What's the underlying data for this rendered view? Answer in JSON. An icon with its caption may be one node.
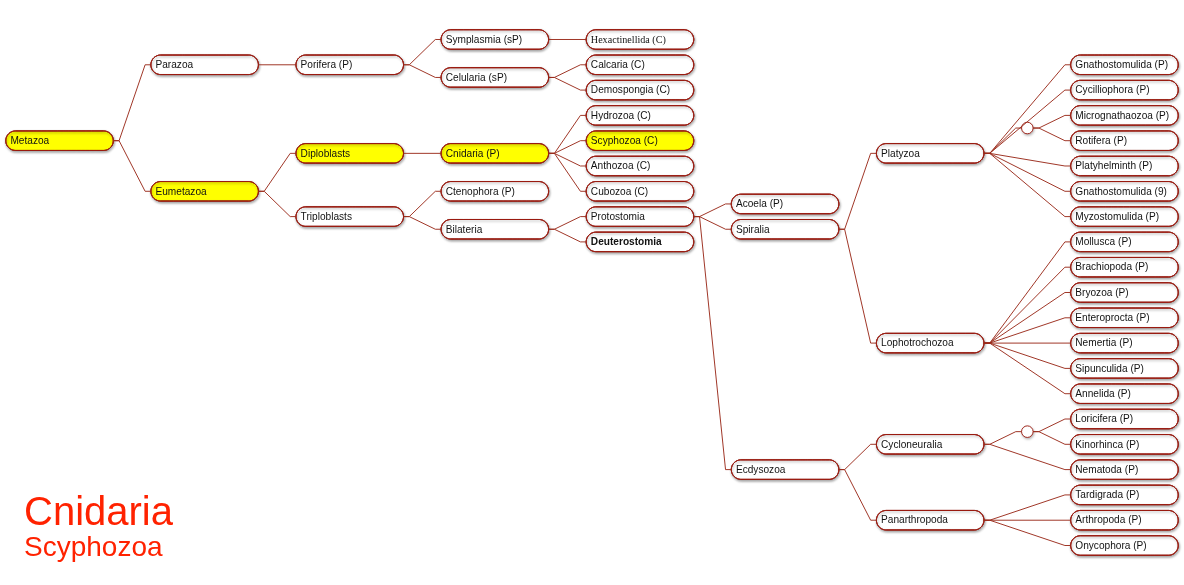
{
  "diagram": {
    "title": "Cnidaria",
    "nodes": [
      {
        "text": [
          "Metazoa"
        ]
      },
      {
        "text": [
          "Parazoa"
        ]
      },
      {
        "text": [
          "Porifera (P)"
        ]
      },
      {
        "text": [
          "Symplasmia (sP)"
        ]
      },
      {
        "text": [
          "Hexactinellida (C)"
        ]
      },
      {
        "text": [
          "Celularia (sP)"
        ]
      },
      {
        "text": [
          "Calcaria (C)"
        ]
      },
      {
        "text": [
          "Demospongia (C)"
        ]
      },
      {
        "text": [
          "Eumetazoa"
        ]
      },
      {
        "text": [
          "Diploblasts"
        ]
      },
      {
        "text": [
          "Cnidaria (P)"
        ]
      },
      {
        "text": [
          "Hydrozoa (C)"
        ]
      },
      {
        "text": [
          "Scyphozoa (C)"
        ]
      },
      {
        "text": [
          "Anthozoa (C)"
        ]
      },
      {
        "text": [
          "Cubozoa (C)"
        ]
      },
      {
        "text": [
          "Triploblasts"
        ]
      },
      {
        "text": [
          "Ctenophora (P)"
        ]
      },
      {
        "text": [
          "Bilateria"
        ]
      },
      {
        "text": [
          "Protostomia"
        ]
      },
      {
        "text": [
          "Acoela (P)"
        ]
      },
      {
        "text": [
          "Spiralia"
        ]
      },
      {
        "text": [
          "Platyzoa"
        ]
      },
      {
        "text": [
          "Gnathostomulida (P)"
        ]
      },
      {
        "text": [
          "Cycilliophora (P)"
        ]
      },
      {
        "text": [],
        "shape": "circle"
      },
      {
        "text": [
          "Micrognathaozoa (P)"
        ]
      },
      {
        "text": [
          "Rotifera (P)"
        ]
      },
      {
        "text": [
          "Platyhelminth (P)"
        ]
      },
      {
        "text": [
          "Gnathostomulida (9)"
        ]
      },
      {
        "text": [
          "Myzostomulida (P)"
        ]
      },
      {
        "text": [
          "Lophotrochozoa"
        ]
      },
      {
        "text": [
          "Mollusca (P)"
        ]
      },
      {
        "text": [
          "Brachiopoda (P)"
        ]
      },
      {
        "text": [
          "Bryozoa (P)"
        ]
      },
      {
        "text": [
          "Enteroprocta (P)"
        ]
      },
      {
        "text": [
          "Nemertia (P)"
        ]
      },
      {
        "text": [
          "Sipunculida (P)"
        ]
      },
      {
        "text": [
          "Annelida (P)"
        ]
      },
      {
        "text": [
          "Ecdysozoa"
        ]
      },
      {
        "text": [
          "Cycloneuralia"
        ]
      },
      {
        "text": [],
        "shape": "circle"
      },
      {
        "text": [
          "Loricifera (P)"
        ]
      },
      {
        "text": [
          "Kinorhinca (P)"
        ]
      },
      {
        "text": [
          "Nematoda (P)"
        ]
      },
      {
        "text": [
          "Panarthropoda"
        ]
      },
      {
        "text": [
          "Tardigrada (P)"
        ]
      },
      {
        "text": [
          "Arthropoda (P)"
        ]
      },
      {
        "text": [
          "Onycophora (P)"
        ]
      },
      {
        "text": [
          "Deuterostomia"
        ]
      }
    ],
    "edges": [
      {
        "from": 0,
        "to": 1,
        "arrow": "none"
      },
      {
        "from": 1,
        "to": 2,
        "arrow": "none"
      },
      {
        "from": 2,
        "to": 3,
        "arrow": "none"
      },
      {
        "from": 3,
        "to": 4,
        "arrow": "none"
      },
      {
        "from": 2,
        "to": 5,
        "arrow": "none"
      },
      {
        "from": 5,
        "to": 6,
        "arrow": "none"
      },
      {
        "from": 5,
        "to": 7,
        "arrow": "none"
      },
      {
        "from": 0,
        "to": 8,
        "arrow": "none"
      },
      {
        "from": 8,
        "to": 9,
        "arrow": "none"
      },
      {
        "from": 9,
        "to": 10,
        "arrow": "none"
      },
      {
        "from": 10,
        "to": 11,
        "arrow": "none"
      },
      {
        "from": 10,
        "to": 12,
        "arrow": "none"
      },
      {
        "from": 10,
        "to": 13,
        "arrow": "none"
      },
      {
        "from": 10,
        "to": 14,
        "arrow": "none"
      },
      {
        "from": 8,
        "to": 15,
        "arrow": "none"
      },
      {
        "from": 15,
        "to": 16,
        "arrow": "none"
      },
      {
        "from": 15,
        "to": 17,
        "arrow": "none"
      },
      {
        "from": 17,
        "to": 18,
        "arrow": "none"
      },
      {
        "from": 18,
        "to": 19,
        "arrow": "none"
      },
      {
        "from": 18,
        "to": 20,
        "arrow": "none"
      },
      {
        "from": 20,
        "to": 21,
        "arrow": "none"
      },
      {
        "from": 21,
        "to": 22,
        "arrow": "none"
      },
      {
        "from": 21,
        "to": 23,
        "arrow": "none"
      },
      {
        "from": 21,
        "to": 24,
        "arrow": "none"
      },
      {
        "from": 24,
        "to": 25,
        "arrow": "none"
      },
      {
        "from": 24,
        "to": 26,
        "arrow": "none"
      },
      {
        "from": 21,
        "to": 27,
        "arrow": "none"
      },
      {
        "from": 21,
        "to": 28,
        "arrow": "none"
      },
      {
        "from": 21,
        "to": 29,
        "arrow": "none"
      },
      {
        "from": 20,
        "to": 30,
        "arrow": "none"
      },
      {
        "from": 30,
        "to": 31,
        "arrow": "none"
      },
      {
        "from": 30,
        "to": 32,
        "arrow": "none"
      },
      {
        "from": 30,
        "to": 33,
        "arrow": "none"
      },
      {
        "from": 30,
        "to": 34,
        "arrow": "none"
      },
      {
        "from": 30,
        "to": 35,
        "arrow": "none"
      },
      {
        "from": 30,
        "to": 36,
        "arrow": "none"
      },
      {
        "from": 30,
        "to": 37,
        "arrow": "none"
      },
      {
        "from": 18,
        "to": 38,
        "arrow": "none"
      },
      {
        "from": 38,
        "to": 39,
        "arrow": "none"
      },
      {
        "from": 39,
        "to": 40,
        "arrow": "none"
      },
      {
        "from": 40,
        "to": 41,
        "arrow": "none"
      },
      {
        "from": 40,
        "to": 42,
        "arrow": "none"
      },
      {
        "from": 39,
        "to": 43,
        "arrow": "none"
      },
      {
        "from": 38,
        "to": 44,
        "arrow": "none"
      },
      {
        "from": 44,
        "to": 45,
        "arrow": "none"
      },
      {
        "from": 44,
        "to": 46,
        "arrow": "none"
      },
      {
        "from": 44,
        "to": 47,
        "arrow": "none"
      },
      {
        "from": 17,
        "to": 48,
        "arrow": "none"
      }
    ],
    "labels": [
      "Scyphozoa"
    ]
  }
}
